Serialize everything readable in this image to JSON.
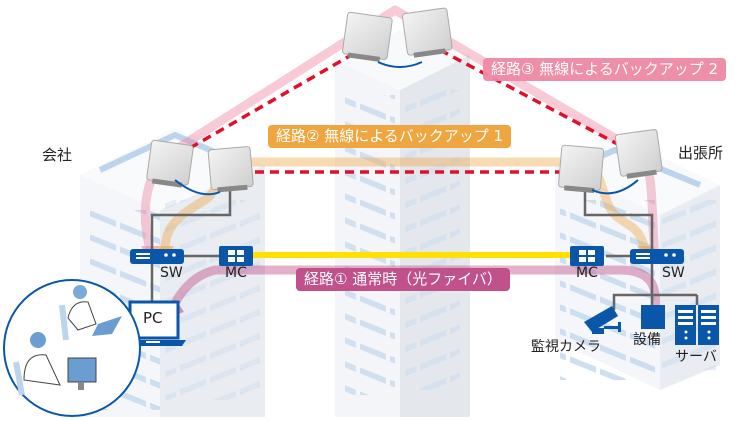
{
  "sites": {
    "office": "会社",
    "branch": "出張所"
  },
  "routes": {
    "route1": "経路① 通常時（光ファイバ）",
    "route2": "経路② 無線によるバックアップ 1",
    "route3": "経路③ 無線によるバックアップ 2"
  },
  "devices": {
    "sw_left": "SW",
    "mc_left": "MC",
    "mc_right": "MC",
    "sw_right": "SW",
    "pc": "PC",
    "camera": "監視カメラ",
    "equipment": "設備",
    "server": "サーバ"
  },
  "colors": {
    "route1": "#c0518a",
    "route2": "#f0a640",
    "route3": "#ee8aa3",
    "fiber": "#ffe000",
    "wireless_link": "#e0102a",
    "device_blue": "#0a56a8",
    "building": "#eef2f7",
    "window_stripe": "#b9d3ec"
  },
  "icons": [
    "wireless-ap-icon",
    "switch-icon",
    "media-converter-icon",
    "laptop-icon",
    "camera-icon",
    "equipment-icon",
    "server-icon",
    "office-workers-icon"
  ]
}
